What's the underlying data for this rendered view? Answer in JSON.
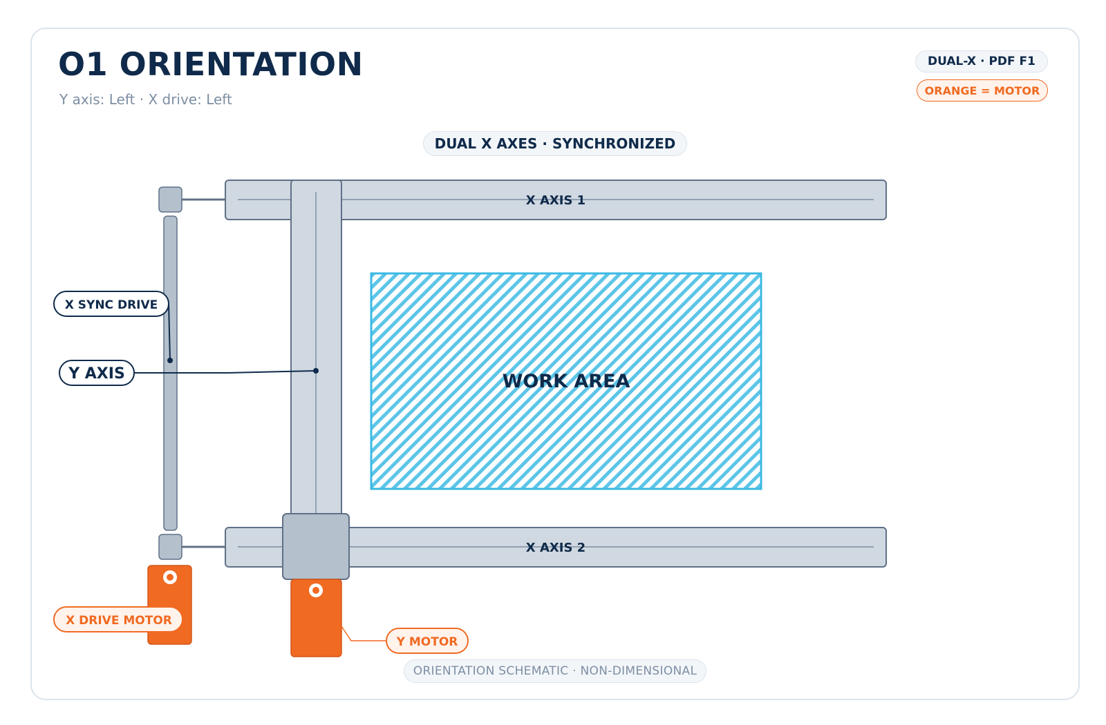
{
  "header": {
    "title": "O1 ORIENTATION",
    "subtitle": "Y axis: Left · X drive: Left"
  },
  "badges": {
    "configuration": "DUAL-X · PDF F1",
    "legend": "ORANGE = MOTOR"
  },
  "diagram": {
    "top_label": "DUAL X AXES · SYNCHRONIZED",
    "x_axis_1": "X AXIS 1",
    "x_axis_2": "X AXIS 2",
    "work_area": "WORK AREA",
    "callouts": {
      "x_sync_drive": "X SYNC DRIVE",
      "y_axis": "Y AXIS",
      "x_drive_motor": "X DRIVE MOTOR",
      "y_motor": "Y MOTOR"
    },
    "footer": "ORIENTATION SCHEMATIC · NON-DIMENSIONAL"
  },
  "colors": {
    "motor": "#f06a22",
    "rail_fill": "#d0d8e1",
    "rail_stroke": "#5f7086",
    "work_area": "#3bb9e3",
    "text_dark": "#0f2a4a"
  }
}
